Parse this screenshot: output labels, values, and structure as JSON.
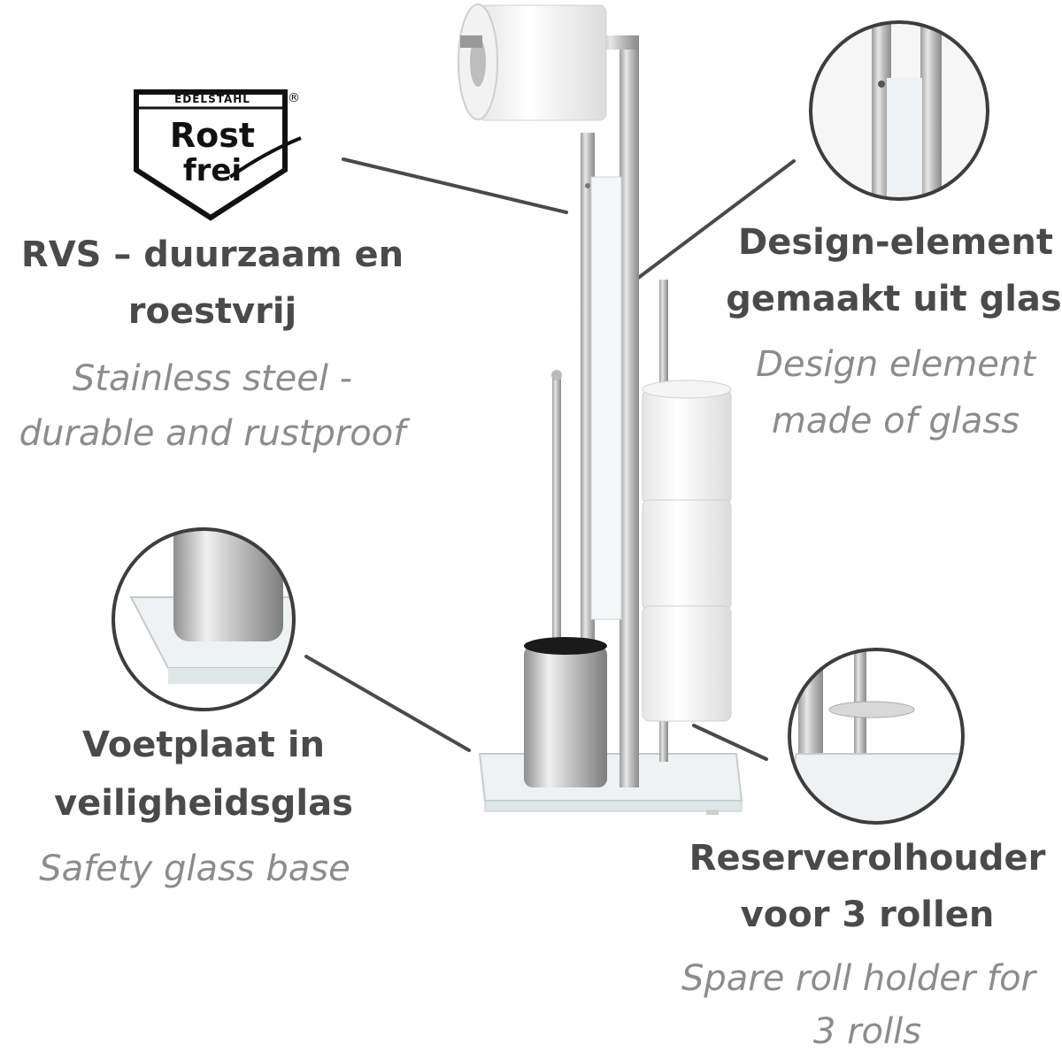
{
  "badge": {
    "top_text": "EDELSTAHL",
    "registered": "®",
    "line1": "Rost",
    "line2": "frei"
  },
  "features": [
    {
      "nl": "RVS – duurzaam en",
      "nl2": "roestvrij",
      "en": "Stainless steel -",
      "en2": "durable and rustproof"
    },
    {
      "nl": "Design-element",
      "nl2": "gemaakt uit glas",
      "en": "Design element",
      "en2": "made of glass"
    },
    {
      "nl": "Voetplaat in",
      "nl2": "veiligheidsglas",
      "en": "Safety glass base"
    },
    {
      "nl": "Reserverolhouder",
      "nl2": "voor 3 rollen",
      "en": "Spare roll holder for",
      "en2": "3 rolls"
    }
  ],
  "colors": {
    "heading_nl": "#4a4a4a",
    "subtitle_en": "#8c8c8c",
    "leader_line": "#4a4a4a",
    "steel": "#c9c9c9",
    "glass": "#e9eef0"
  }
}
